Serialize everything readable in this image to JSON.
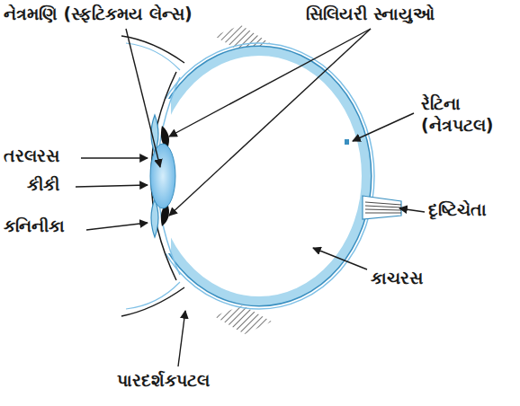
{
  "diagram": {
    "labels": [
      "નેત્રમણિ (સ્ફટિકમય લેન્સ)",
      "સિલિયરી સ્નાયુઓ",
      "રેટિના (નેત્રપટલ)",
      "તરલરસ",
      "કીકી",
      "કનિનીકા",
      "દૃષ્ટિચેતા",
      "કાચરસ",
      "પારદર્શકપટલ"
    ]
  }
}
